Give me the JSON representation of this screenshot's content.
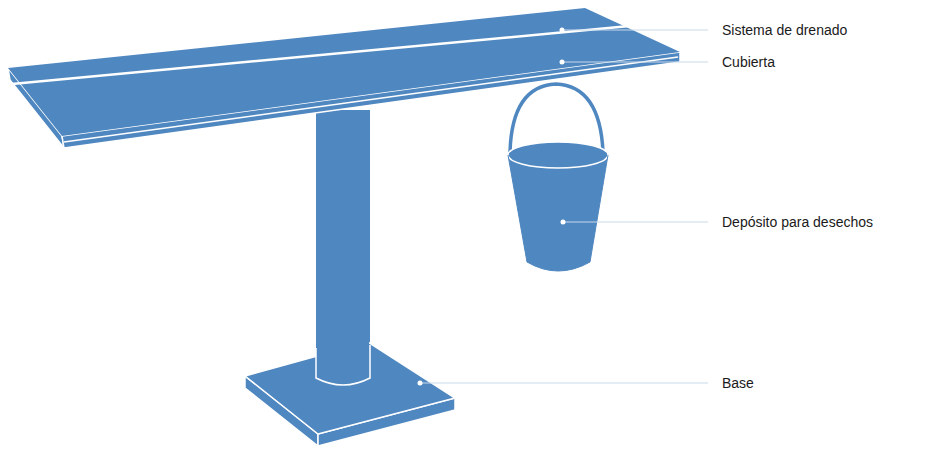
{
  "diagram": {
    "labels": [
      "Sistema de drenado",
      "Cubierta",
      "Depósito para desechos",
      "Base"
    ]
  }
}
